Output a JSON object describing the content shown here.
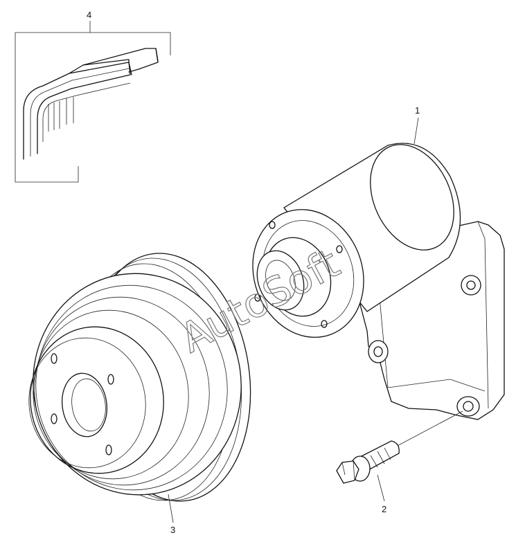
{
  "callouts": {
    "part1": "1",
    "part2": "2",
    "part3": "3",
    "part4": "4"
  },
  "watermark": "AutoSoft",
  "colors": {
    "line": "#111111",
    "background": "#ffffff",
    "watermark": "#777777"
  }
}
